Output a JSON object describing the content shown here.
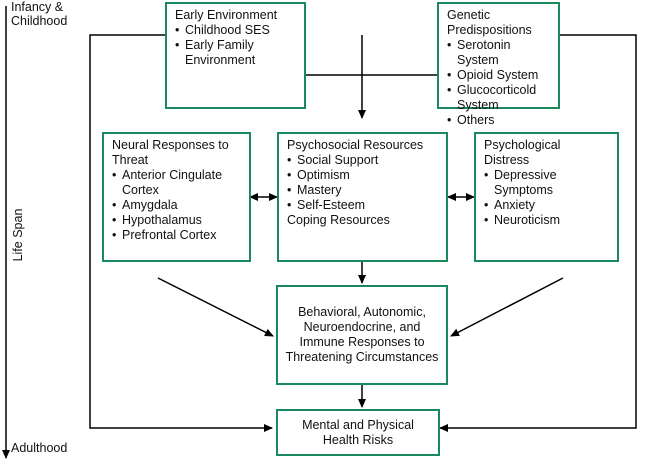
{
  "lifespan": {
    "start_label": "Infancy & Childhood",
    "axis_label": "Life Span",
    "end_label": "Adulthood"
  },
  "boxes": {
    "early_environment": {
      "title": "Early Environment",
      "items": [
        "Childhood SES",
        "Early Family Environment"
      ]
    },
    "genetic_predispositions": {
      "title": "Genetic Predispositions",
      "items": [
        "Serotonin System",
        "Opioid System",
        "Glucocorticold System",
        "Others"
      ]
    },
    "neural_responses": {
      "title": "Neural Responses to Threat",
      "items": [
        "Anterior Cingulate Cortex",
        "Amygdala",
        "Hypothalamus",
        "Prefrontal Cortex"
      ]
    },
    "psychosocial_resources": {
      "title": "Psychosocial Resources",
      "items": [
        "Social Support",
        "Optimism",
        "Mastery",
        "Self-Esteem"
      ],
      "footer": "Coping Resources"
    },
    "psychological_distress": {
      "title": "Psychological Distress",
      "items": [
        "Depressive Symptoms",
        "Anxiety",
        "Neuroticism"
      ]
    },
    "behavioral_responses": {
      "text": "Behavioral, Autonomic, Neuroendocrine, and Immune Responses to Threatening Circumstances"
    },
    "health_risks": {
      "text": "Mental and Physical Health Risks"
    }
  },
  "colors": {
    "box_border": "#1a8a5e",
    "arrow": "#000000",
    "text": "#111111"
  }
}
